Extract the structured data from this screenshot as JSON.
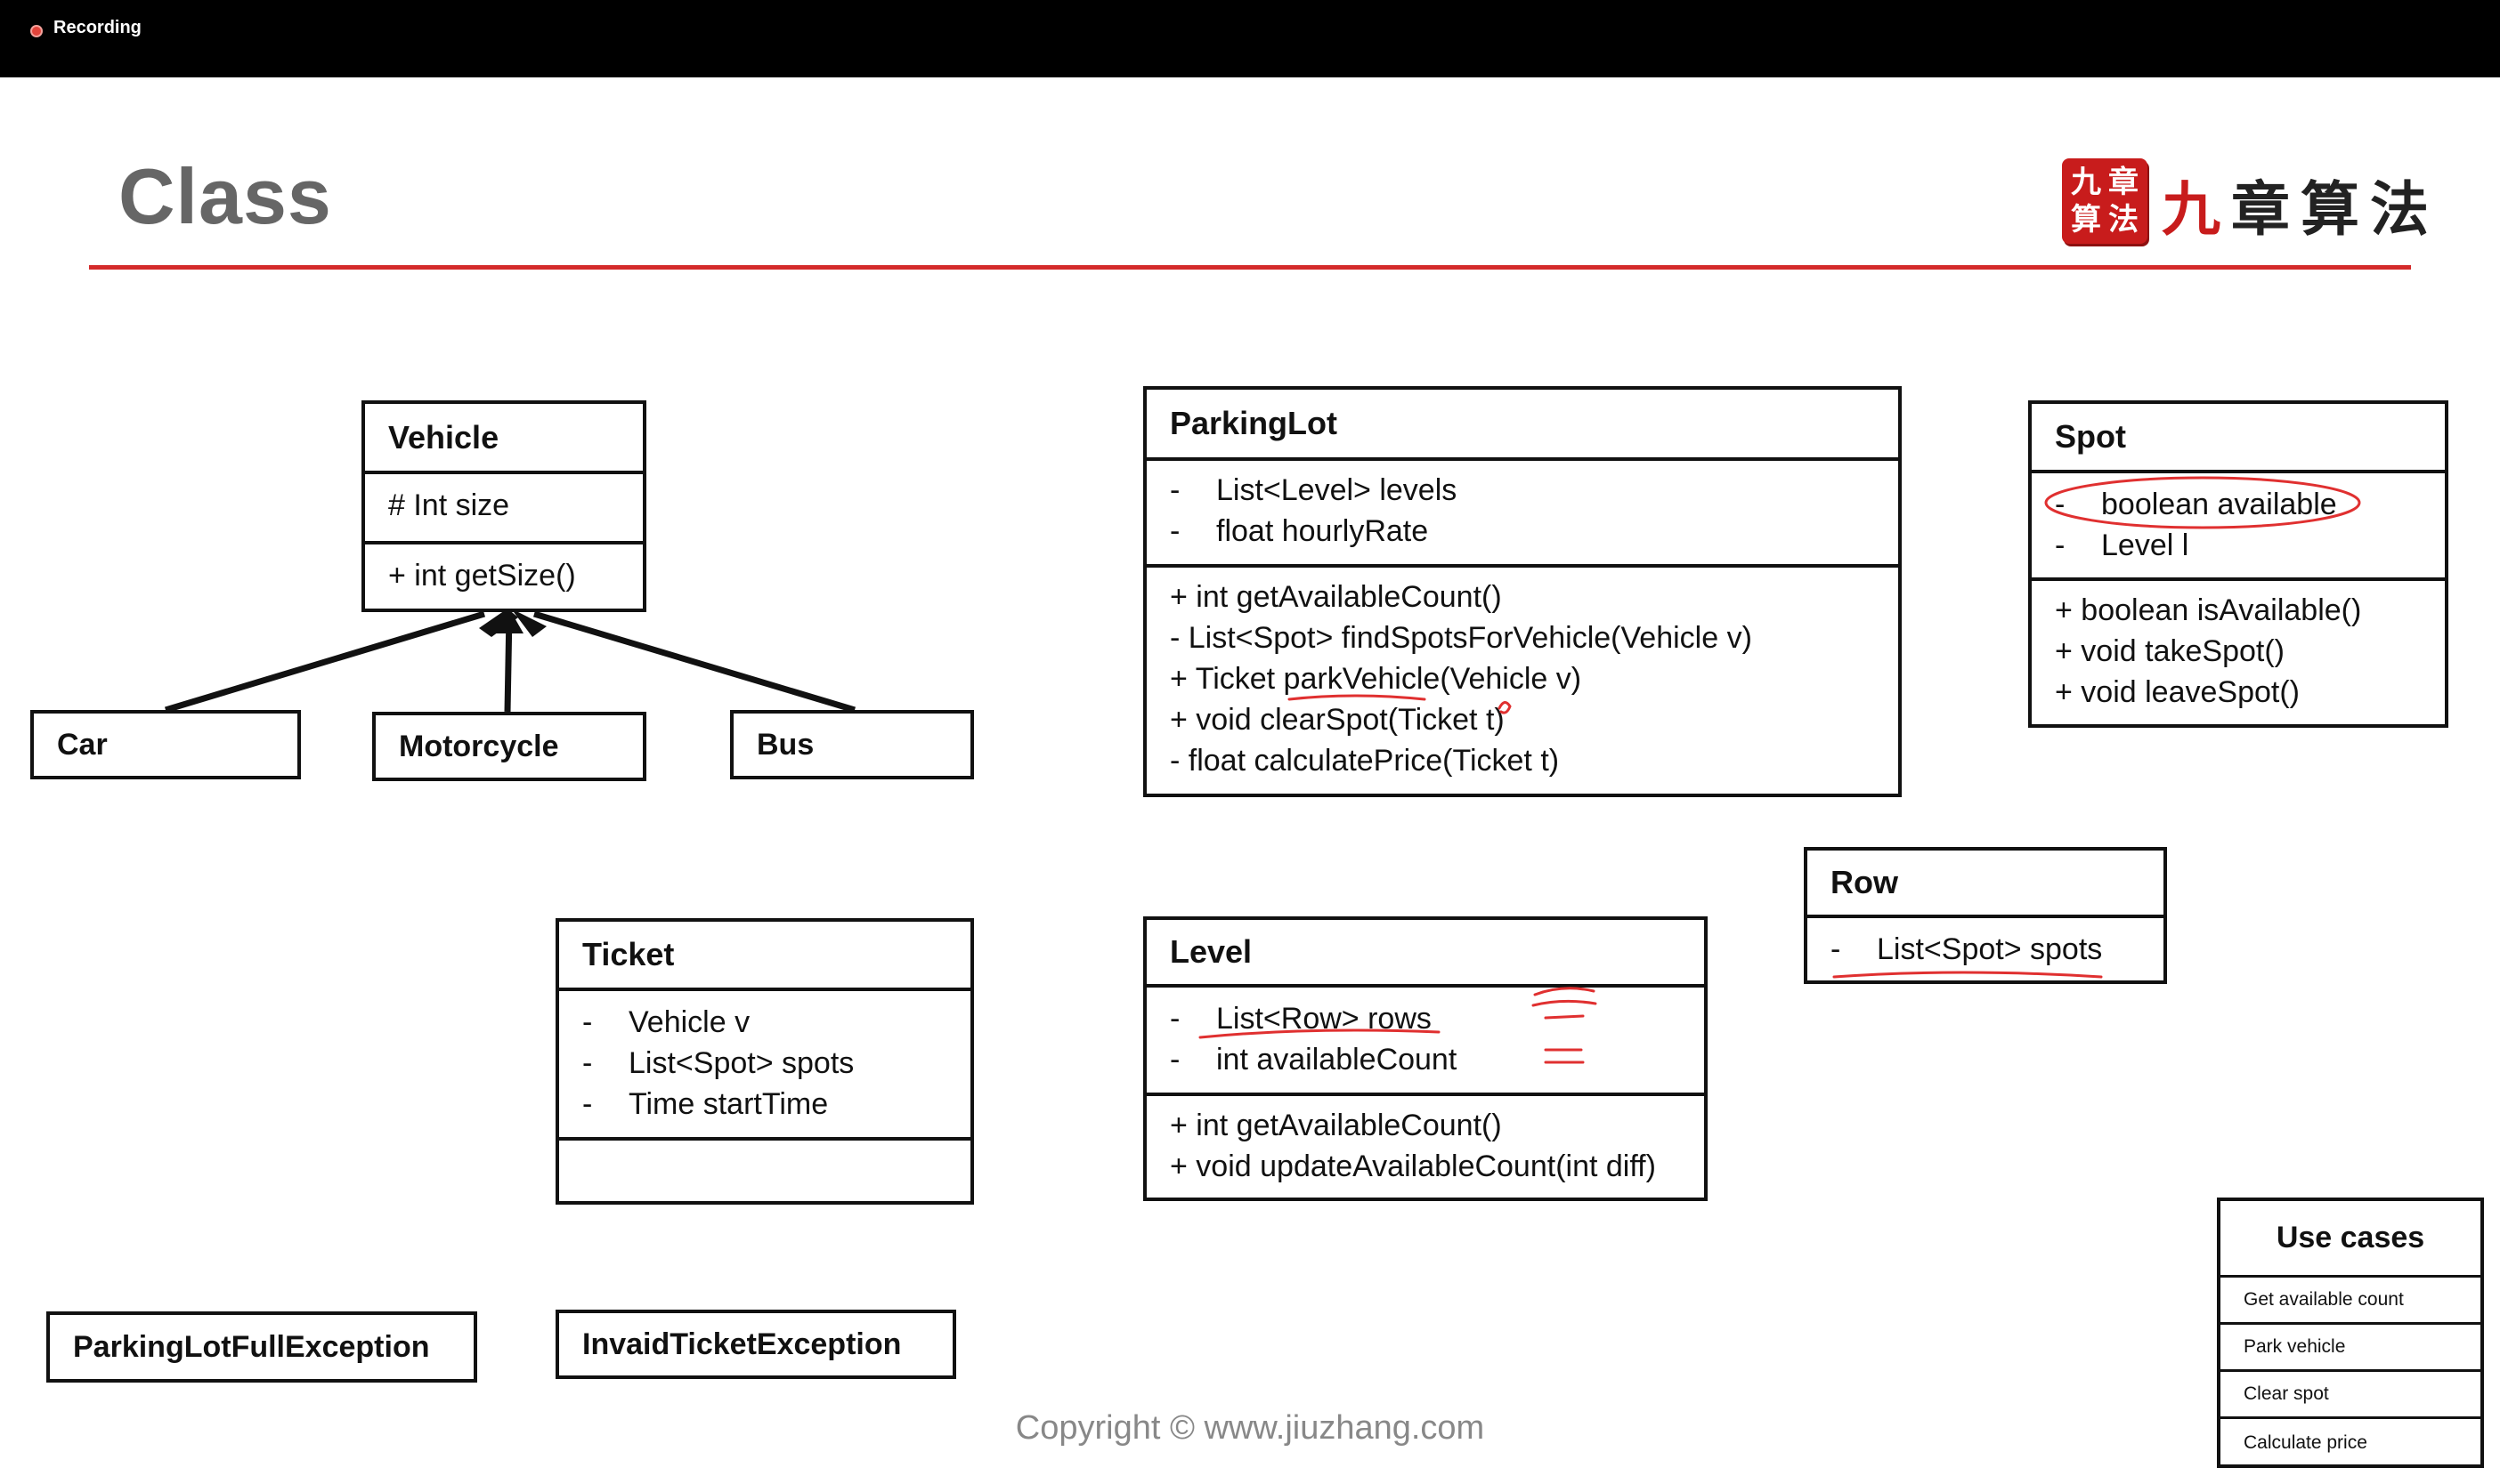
{
  "recording": {
    "label": "Recording"
  },
  "slide": {
    "title": "Class",
    "accent_color": "#d42a2a",
    "copyright": "Copyright © www.jiuzhang.com"
  },
  "logo": {
    "seal_chars": [
      "九",
      "章",
      "算",
      "法"
    ],
    "first": "九",
    "rest": "章算法"
  },
  "classes": {
    "vehicle": {
      "name": "Vehicle",
      "attributes": [
        "# Int size"
      ],
      "methods": [
        "+ int getSize()"
      ]
    },
    "parkinglot": {
      "name": "ParkingLot",
      "attributes": [
        {
          "v": "-",
          "t": "List<Level> levels"
        },
        {
          "v": "-",
          "t": "float hourlyRate"
        }
      ],
      "methods": [
        "+ int getAvailableCount()",
        "- List<Spot> findSpotsForVehicle(Vehicle v)",
        "+ Ticket parkVehicle(Vehicle v)",
        "+ void clearSpot(Ticket t)",
        "- float calculatePrice(Ticket t)"
      ]
    },
    "spot": {
      "name": "Spot",
      "attributes": [
        {
          "v": "-",
          "t": "boolean available"
        },
        {
          "v": "-",
          "t": "Level l"
        }
      ],
      "methods": [
        "+ boolean isAvailable()",
        "+ void takeSpot()",
        "+ void leaveSpot()"
      ]
    },
    "row": {
      "name": "Row",
      "attributes": [
        {
          "v": "-",
          "t": "List<Spot> spots"
        }
      ]
    },
    "ticket": {
      "name": "Ticket",
      "attributes": [
        {
          "v": "-",
          "t": "Vehicle v"
        },
        {
          "v": "-",
          "t": "List<Spot> spots"
        },
        {
          "v": "-",
          "t": "Time startTime"
        }
      ]
    },
    "level": {
      "name": "Level",
      "attributes": [
        {
          "v": "-",
          "t": "List<Row> rows"
        },
        {
          "v": "-",
          "t": "int availableCount"
        }
      ],
      "methods": [
        "+ int getAvailableCount()",
        "+ void updateAvailableCount(int diff)"
      ]
    }
  },
  "subclasses": {
    "car": "Car",
    "motorcycle": "Motorcycle",
    "bus": "Bus"
  },
  "exceptions": {
    "full": "ParkingLotFullException",
    "invalid": "InvaidTicketException"
  },
  "usecases": {
    "title": "Use cases",
    "items": [
      "Get available count",
      "Park vehicle",
      "Clear spot",
      "Calculate price"
    ]
  },
  "annotation_color": "#e03030"
}
